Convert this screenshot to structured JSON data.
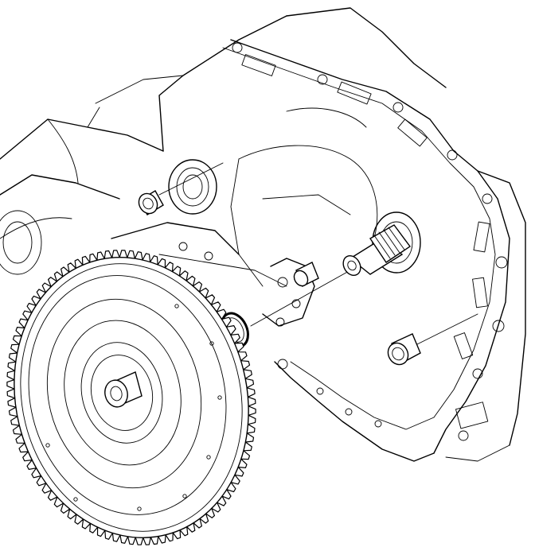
{
  "figure": {
    "kind": "exploded-technical-line-drawing",
    "parts": [
      {
        "id": "transmission-case",
        "icon": "transmission-case-icon"
      },
      {
        "id": "flywheel-ring-gear",
        "icon": "flywheel-icon",
        "gear_teeth": 96
      },
      {
        "id": "input-shaft",
        "icon": "splined-shaft-icon"
      },
      {
        "id": "o-ring-seal",
        "icon": "o-ring-icon"
      },
      {
        "id": "dowel-pin-upper-left",
        "icon": "dowel-pin-icon"
      },
      {
        "id": "dowel-pin-lower-right",
        "icon": "dowel-pin-icon"
      }
    ],
    "colors": {
      "line": "#000000",
      "background": "#ffffff"
    }
  }
}
